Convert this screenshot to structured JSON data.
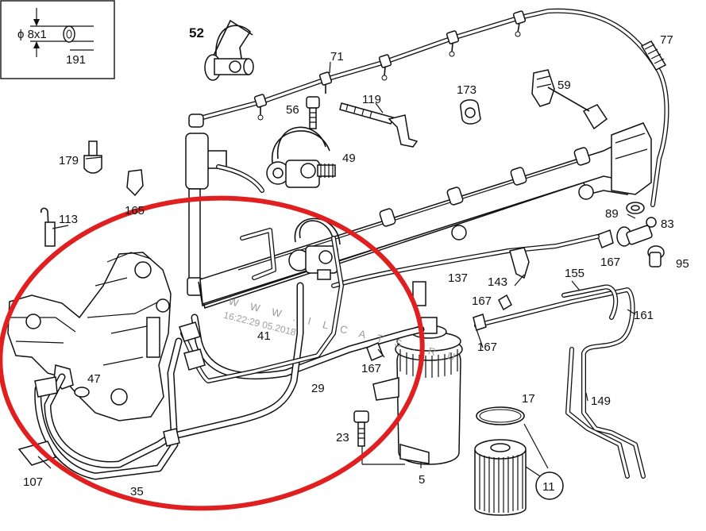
{
  "inset": {
    "dimension": "ϕ 8x1",
    "part_number": "191"
  },
  "callouts": {
    "c52": "52",
    "c71": "71",
    "c77": "77",
    "c56": "56",
    "c119": "119",
    "c173": "173",
    "c59": "59",
    "c179": "179",
    "c49": "49",
    "c113": "113",
    "c165": "165",
    "c89": "89",
    "c83": "83",
    "c167a": "167",
    "c95": "95",
    "c137": "137",
    "c143": "143",
    "c155": "155",
    "c167b": "167",
    "c161": "161",
    "c41": "41",
    "c167c": "167",
    "c47": "47",
    "c167d": "167",
    "c29": "29",
    "c17": "17",
    "c149": "149",
    "c23": "23",
    "c107": "107",
    "c35": "35",
    "c5": "5",
    "c11": "11"
  },
  "watermark": {
    "url": "W W W . I L C A T S . R U",
    "timestamp": "16:22:29 05.2018"
  },
  "highlight_color": "#e02020"
}
